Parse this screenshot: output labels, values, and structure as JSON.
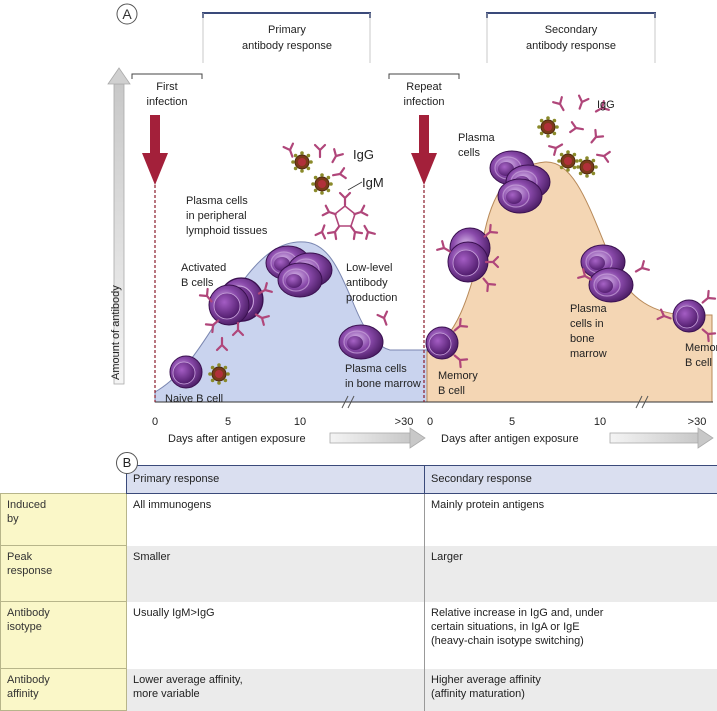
{
  "panel_a": {
    "label": "A",
    "y_axis_label": "Amount of antibody",
    "x_axis_label": "Days after antigen exposure",
    "primary": {
      "header_line1": "Primary",
      "header_line2": "antibody response",
      "trigger_line1": "First",
      "trigger_line2": "infection",
      "ticks": [
        "0",
        "5",
        "10",
        ">30"
      ],
      "naive_b_cell": "Naive B cell",
      "activated_line1": "Activated",
      "activated_line2": "B cells",
      "plasma_peripheral": [
        "Plasma cells",
        "in peripheral",
        "lymphoid tissues"
      ],
      "igg_label": "IgG",
      "igm_label": "IgM",
      "low_level": [
        "Low-level",
        "antibody",
        "production"
      ],
      "plasma_marrow": [
        "Plasma cells",
        "in bone marrow"
      ]
    },
    "secondary": {
      "header_line1": "Secondary",
      "header_line2": "antibody response",
      "trigger_line1": "Repeat",
      "trigger_line2": "infection",
      "ticks": [
        "0",
        "5",
        "10",
        ">30"
      ],
      "memory_left": [
        "Memory",
        "B cell"
      ],
      "plasma_cells": [
        "Plasma",
        "cells"
      ],
      "igg_label": "IgG",
      "plasma_marrow": [
        "Plasma",
        "cells in",
        "bone",
        "marrow"
      ],
      "memory_right": [
        "Memory",
        "B cell"
      ]
    },
    "colors": {
      "primary_fill": "#c9d3ee",
      "secondary_fill": "#f4d6b4",
      "cell_purple": "#6b2a8a",
      "antibody": "#b0467a",
      "arrow_red": "#a3203a"
    }
  },
  "panel_b": {
    "label": "B",
    "columns": [
      "Primary response",
      "Secondary response"
    ],
    "rows": [
      {
        "head": "Induced\nby",
        "primary": "All immunogens",
        "secondary": "Mainly protein antigens"
      },
      {
        "head": "Peak\nresponse",
        "primary": "Smaller",
        "secondary": "Larger"
      },
      {
        "head": "Antibody\nisotype",
        "primary": "Usually IgM>IgG",
        "secondary": "Relative increase in IgG and, under\ncertain situations, in IgA or IgE\n(heavy-chain isotype switching)"
      },
      {
        "head": "Antibody\naffinity",
        "primary": "Lower average affinity,\nmore variable",
        "secondary": "Higher average affinity\n(affinity maturation)"
      }
    ]
  }
}
